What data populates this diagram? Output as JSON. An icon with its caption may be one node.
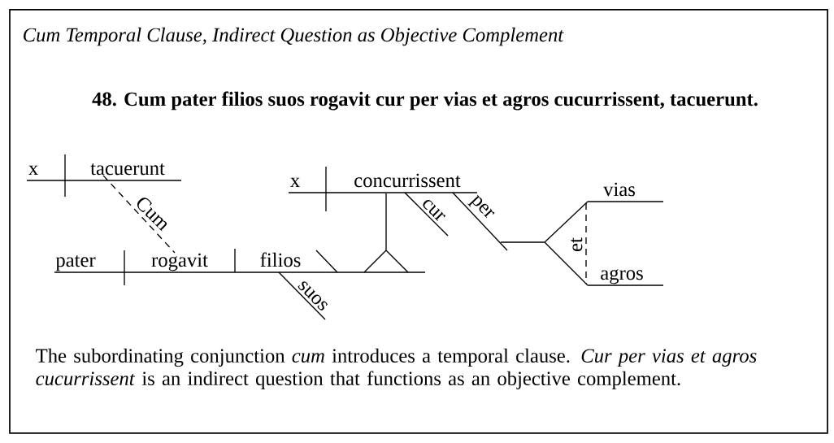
{
  "diagram": {
    "title": "Cum Temporal Clause, Indirect Question as Objective Complement",
    "caption": "The subordinating conjunction *cum* introduces a temporal clause. *Cur per vias et agros cucurrissent* is an indirect question that functions as an objective complement.",
    "nodes": [
      {
        "text": [
          "tacuerunt"
        ]
      },
      {
        "text": [
          "rogavit"
        ]
      }
    ],
    "edges": [
      {
        "from": 0,
        "to": 1,
        "arrow": "none",
        "style": "dashed",
        "label": "Cum"
      }
    ],
    "labels": [
      "48. Cum pater filios suos rogavit cur per vias et agros cucurrissent, tacuerunt.",
      "x",
      "x",
      "concurrissent",
      "vias",
      "cur",
      "per",
      "pater",
      "filios",
      "et",
      "agros",
      "suos"
    ]
  }
}
